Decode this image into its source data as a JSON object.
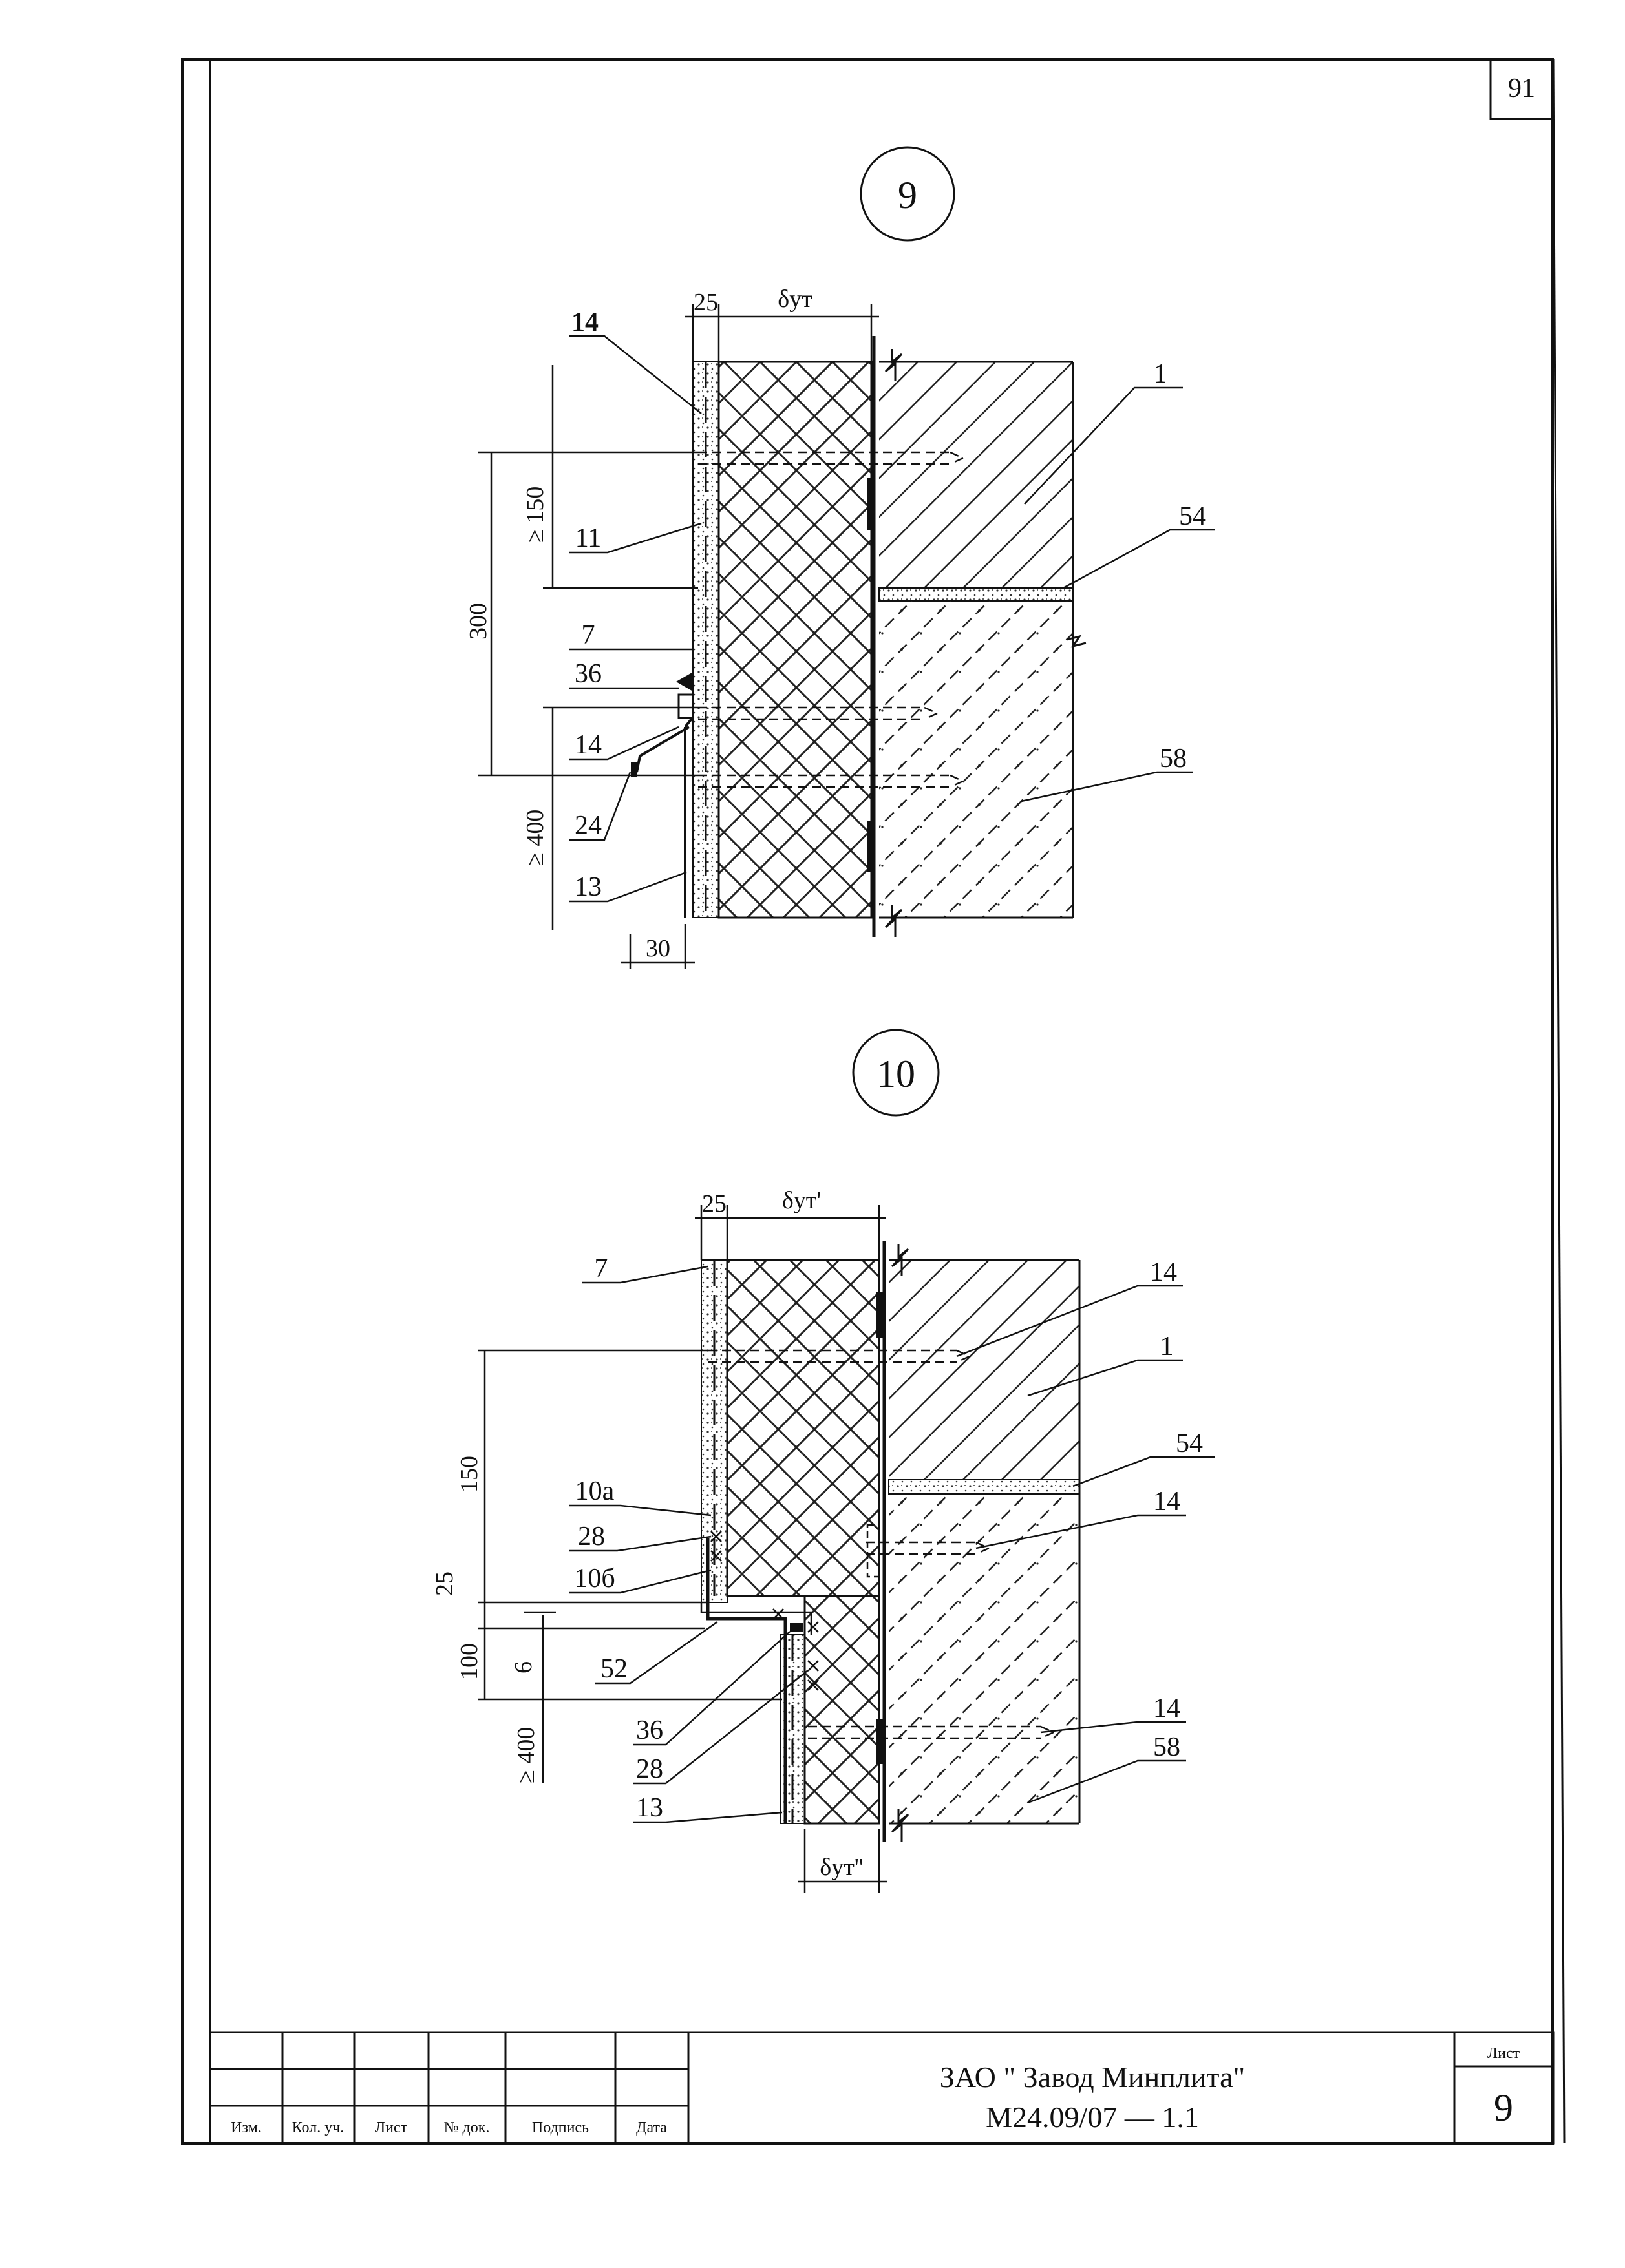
{
  "sheet_number_top": "91",
  "details": [
    {
      "id": "9",
      "dims": {
        "gap": "25",
        "insulation": "δут",
        "step": "300",
        "top_min": "≥ 150",
        "bottom_min": "≥ 400",
        "offset": "30"
      },
      "callouts": {
        "c14a": "14",
        "c11": "11",
        "c7": "7",
        "c36": "36",
        "c14b": "14",
        "c24": "24",
        "c13": "13",
        "c1": "1",
        "c54": "54",
        "c58": "58"
      }
    },
    {
      "id": "10",
      "dims": {
        "gap": "25",
        "insulation_top": "δут'",
        "insulation_bottom": "δут''",
        "h150": "150",
        "h25": "25",
        "h100": "100",
        "h6": "6",
        "bottom_min": "≥ 400"
      },
      "callouts": {
        "c7": "7",
        "c10a": "10а",
        "c28a": "28",
        "c10b": "10б",
        "c52": "52",
        "c36": "36",
        "c28b": "28",
        "c13": "13",
        "c14a": "14",
        "c1": "1",
        "c54": "54",
        "c14b": "14",
        "c14c": "14",
        "c58": "58"
      }
    }
  ],
  "title_block": {
    "columns": [
      "Изм.",
      "Кол. уч.",
      "Лист",
      "№ док.",
      "Подпись",
      "Дата"
    ],
    "company": "ЗАО \" Завод Минплита\"",
    "doc_code": "М24.09/07  —  1.1",
    "sheet_label": "Лист",
    "sheet_value": "9"
  }
}
